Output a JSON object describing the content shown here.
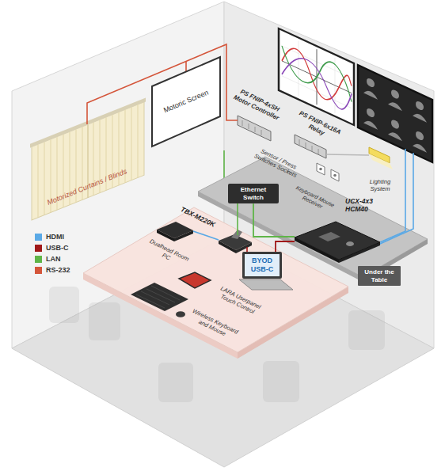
{
  "diagram": {
    "nodes": [
      {
        "text": [
          "Motoric Screen"
        ]
      },
      {
        "text": [
          "Ethernet Switch"
        ]
      },
      {
        "text": [
          "UCX-4x3 HCM40"
        ]
      },
      {
        "text": [
          "Under the Table"
        ]
      },
      {
        "text": [
          "BYOD USB-C"
        ]
      }
    ],
    "edges": [
      {
        "from": 1,
        "to": 2,
        "arrow": "none"
      },
      {
        "from": 4,
        "to": 2,
        "arrow": "none"
      }
    ],
    "labels": [
      "Motorized Curtains / Blinds",
      "PS FNIP-4xSH Motor Controller",
      "PS FNIP-6x16A Relay",
      "Sensor / Press Switches Sockets",
      "Lighting System",
      "Keyboard Mouse Receiver",
      "TBX-M220K",
      "Dualhead Room PC",
      "LARA Userpanel Touch Control",
      "Wireless Keyboard and Mouse"
    ],
    "legend": [
      {
        "text": "HDMI",
        "color": "#5aa9e6"
      },
      {
        "text": "USB-C",
        "color": "#a01818"
      },
      {
        "text": "LAN",
        "color": "#5fb548"
      },
      {
        "text": "RS-232",
        "color": "#d4553a"
      }
    ]
  }
}
